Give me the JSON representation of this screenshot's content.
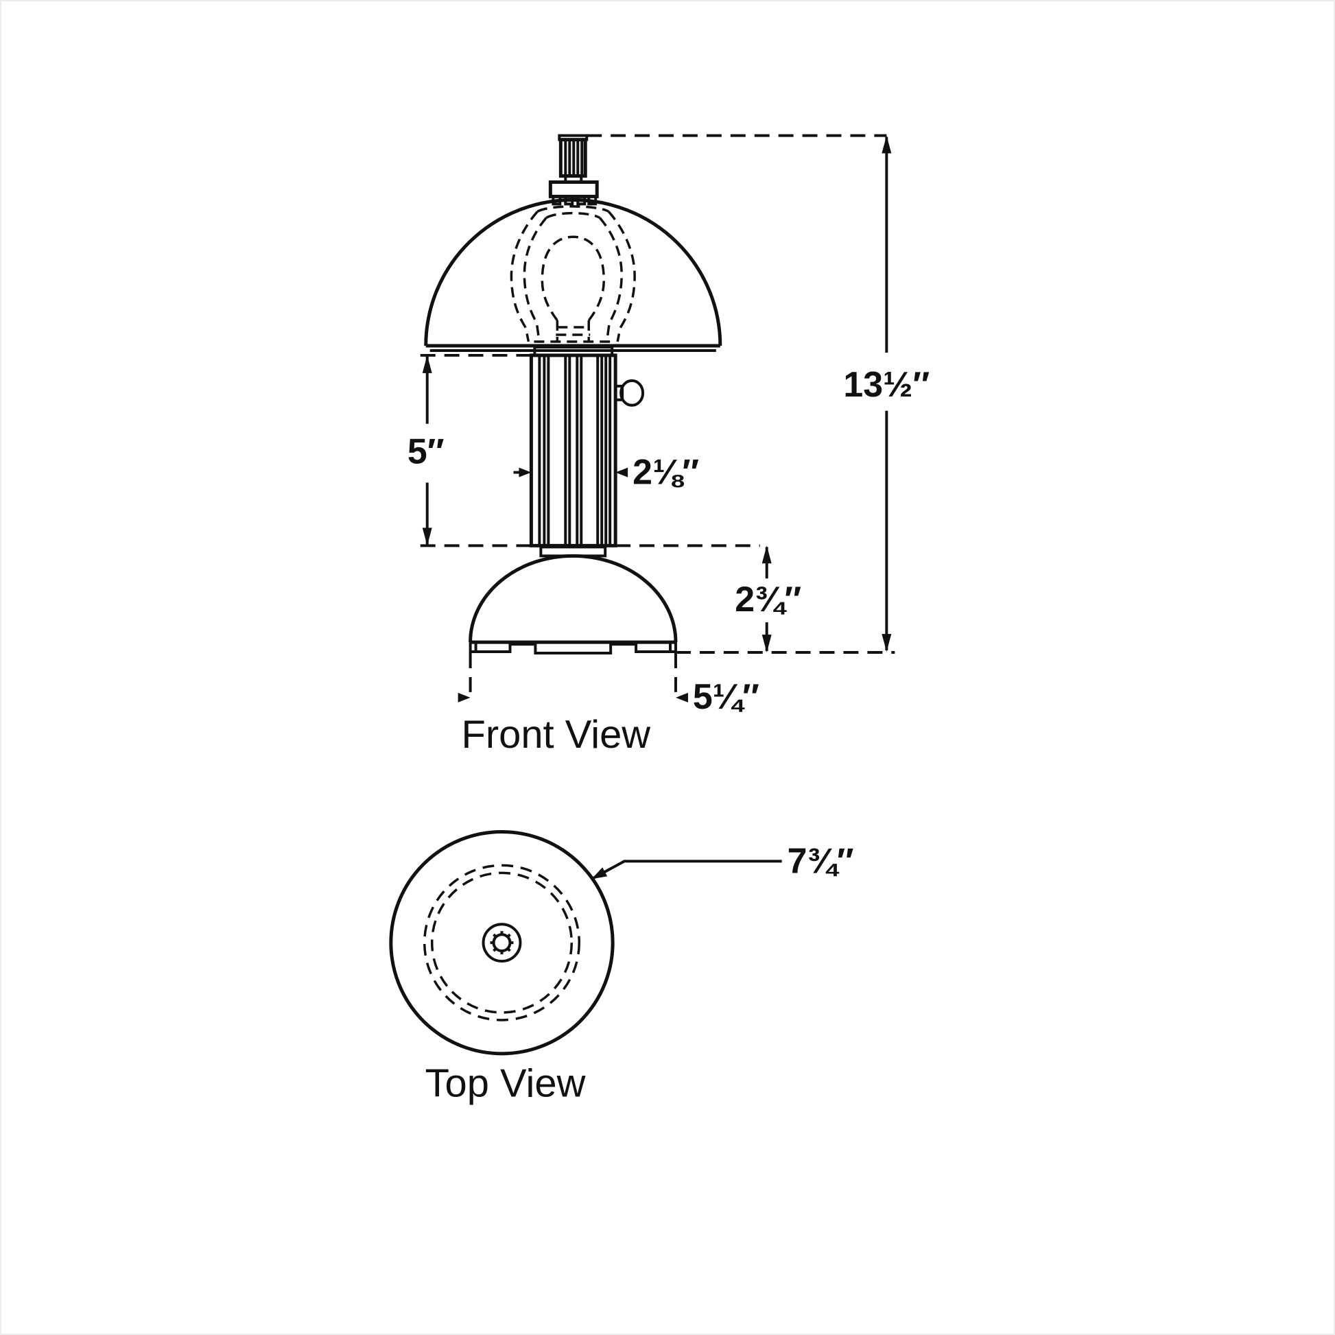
{
  "colors": {
    "background": "#ffffff",
    "line": "#111111"
  },
  "front_view": {
    "label": "Front View",
    "dimensions": {
      "total_height": "13½″",
      "stem_height": "5″",
      "stem_width": "2⅛″",
      "base_height": "2¾″",
      "base_width": "5¼″"
    }
  },
  "top_view": {
    "label": "Top View",
    "dimensions": {
      "shade_diameter": "7¾″"
    }
  }
}
